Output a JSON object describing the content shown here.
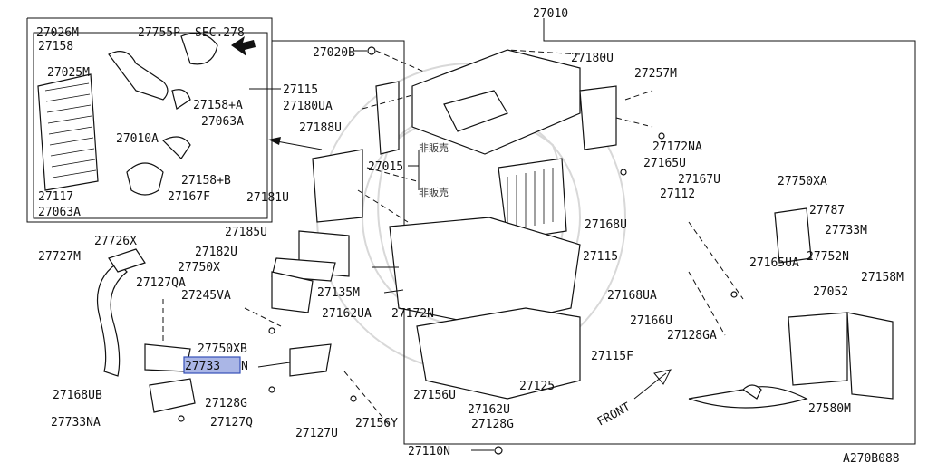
{
  "diagram": {
    "ref_code": "A270B088",
    "front_label": "FRONT",
    "highlight_color": "#aab6e6",
    "labels": {
      "p27010": "27010",
      "p27020B": "27020B",
      "p27026M": "27026M",
      "p27158": "27158",
      "p27755P": "27755P",
      "sec278": "SEC.278",
      "p27025M": "27025M",
      "p27115_top": "27115",
      "p27158A": "27158+A",
      "p27063A_top": "27063A",
      "p27010A": "27010A",
      "p27158B": "27158+B",
      "p27117": "27117",
      "p27167F": "27167F",
      "p27063A_bot": "27063A",
      "p27180UA": "27180UA",
      "p27188U": "27188U",
      "p27015": "27015",
      "hihanbai1": "非販売",
      "hihanbai2": "非販売",
      "p27181U": "27181U",
      "p27180U": "27180U",
      "p27257M": "27257M",
      "p27172NA": "27172NA",
      "p27165U": "27165U",
      "p27167U": "27167U",
      "p27750XA": "27750XA",
      "p27112": "27112",
      "p27787": "27787",
      "p27168U": "27168U",
      "p27733M": "27733M",
      "p27165UA": "27165UA",
      "p27752N": "27752N",
      "p27115_mid": "27115",
      "p27052": "27052",
      "p27158M": "27158M",
      "p27185U": "27185U",
      "p27182U": "27182U",
      "p27750X": "27750X",
      "p27726X": "27726X",
      "p27727M": "27727M",
      "p27127QA": "27127QA",
      "p27245VA": "27245VA",
      "p27135M": "27135M",
      "p27162UA": "27162UA",
      "p27172N": "27172N",
      "p27168UA": "27168UA",
      "p27166U": "27166U",
      "p27128GA": "27128GA",
      "p27750XB": "27750XB",
      "p27733N_hl": "27733",
      "p27733N_suffix": "N",
      "p27115F": "27115F",
      "p27168UB": "27168UB",
      "p27128G_left": "27128G",
      "p27156U": "27156U",
      "p27125": "27125",
      "p27162U": "27162U",
      "p27733NA": "27733NA",
      "p27127Q": "27127Q",
      "p27156Y": "27156Y",
      "p27127U": "27127U",
      "p27128G_bot": "27128G",
      "p27580M": "27580M",
      "p27110N": "27110N"
    }
  }
}
